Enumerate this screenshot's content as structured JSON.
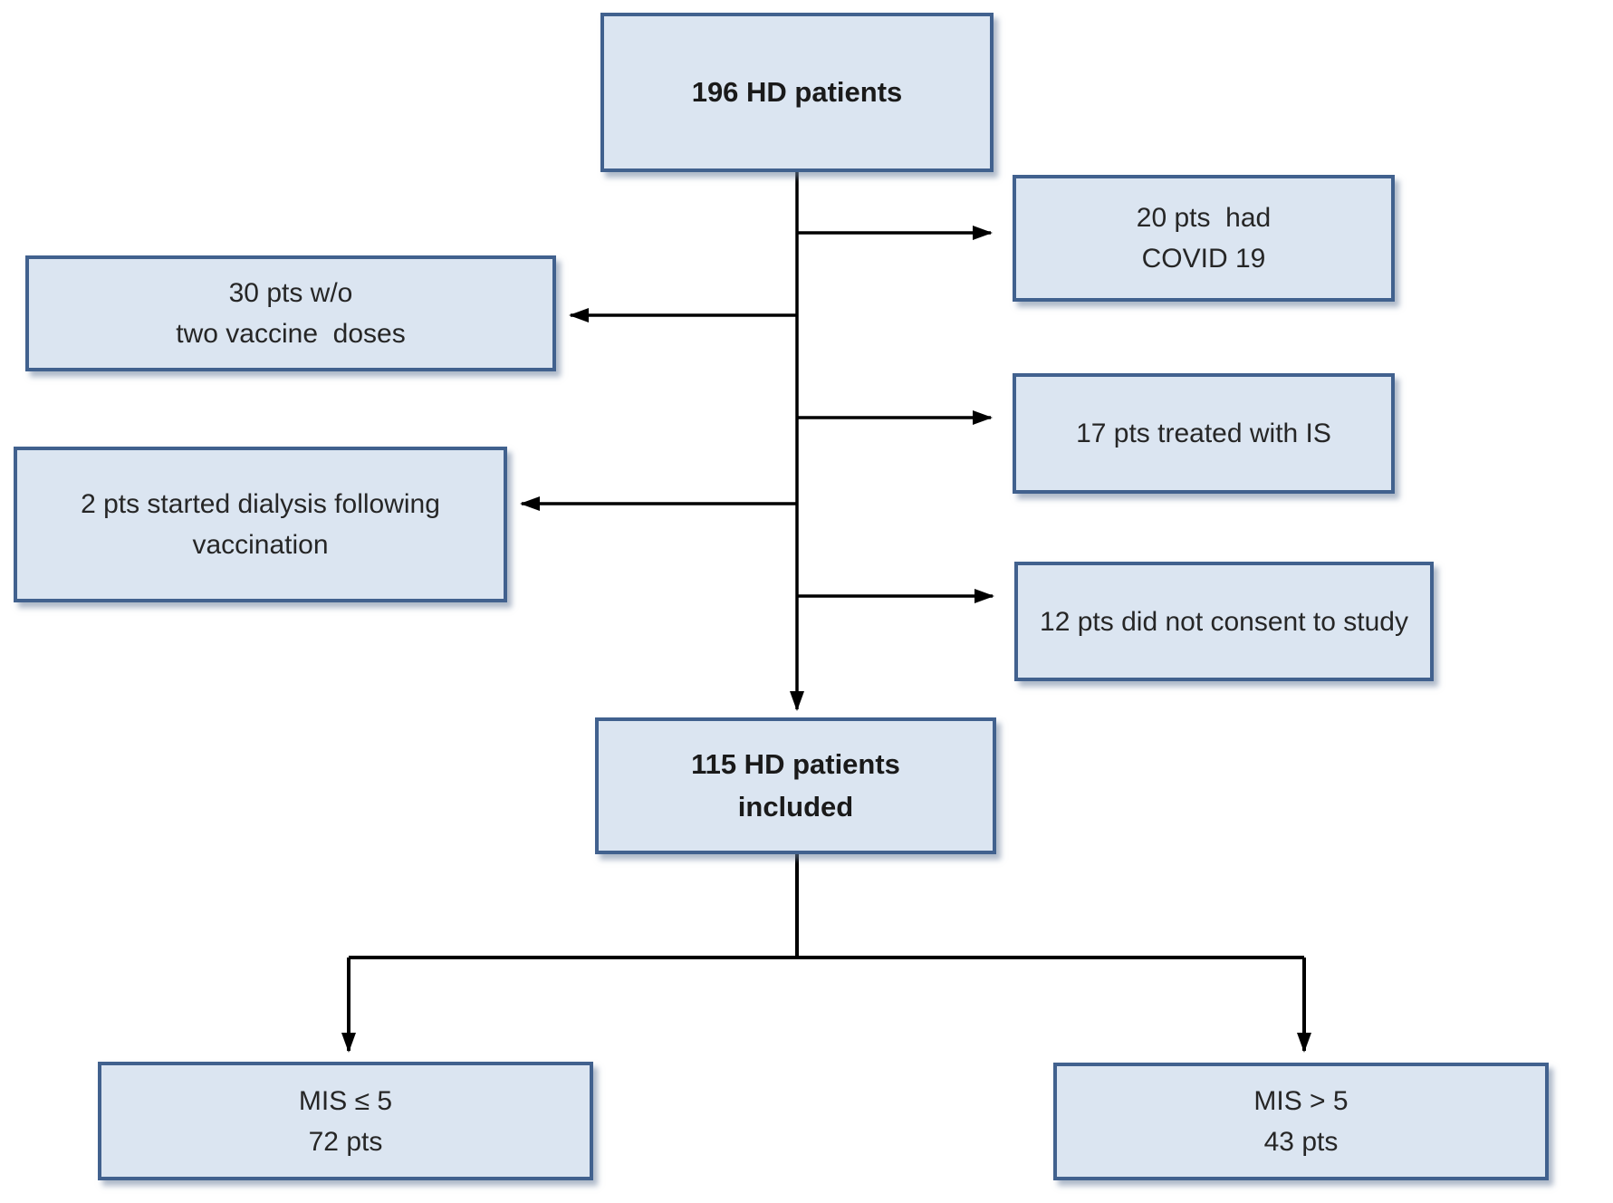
{
  "figure": {
    "kind": "patient-flow-diagram",
    "background": "#ffffff",
    "colors": {
      "node_fill": "#dbe5f1",
      "node_border": "#41618e",
      "node_shadow": "#6c7f9c",
      "arrow": "#000000",
      "text": "#262626"
    }
  },
  "diagram": {
    "nodes": [
      {
        "id": "total",
        "label": "196 HD patients",
        "bold": true
      },
      {
        "id": "covid",
        "label": "20 pts  had\nCOVID 19",
        "bold": false
      },
      {
        "id": "no-two-doses",
        "label": "30 pts w/o\ntwo vaccine  doses",
        "bold": false
      },
      {
        "id": "is-treated",
        "label": "17 pts treated with IS",
        "bold": false
      },
      {
        "id": "started-dialysis",
        "label": "2 pts started dialysis following\nvaccination",
        "bold": false
      },
      {
        "id": "no-consent",
        "label": "12 pts did not consent to study",
        "bold": false
      },
      {
        "id": "included",
        "label": "115 HD patients\nincluded",
        "bold": true
      },
      {
        "id": "mis-low",
        "label": "MIS ≤ 5\n72 pts",
        "bold": false
      },
      {
        "id": "mis-high",
        "label": "MIS > 5\n43 pts",
        "bold": false
      }
    ],
    "edges": [
      {
        "from": "total",
        "to": "covid",
        "direction": "right"
      },
      {
        "from": "total",
        "to": "no-two-doses",
        "direction": "left"
      },
      {
        "from": "total",
        "to": "is-treated",
        "direction": "right"
      },
      {
        "from": "total",
        "to": "started-dialysis",
        "direction": "left"
      },
      {
        "from": "total",
        "to": "no-consent",
        "direction": "right"
      },
      {
        "from": "total",
        "to": "included",
        "direction": "down"
      },
      {
        "from": "included",
        "to": "mis-low",
        "direction": "down"
      },
      {
        "from": "included",
        "to": "mis-high",
        "direction": "down"
      }
    ]
  }
}
